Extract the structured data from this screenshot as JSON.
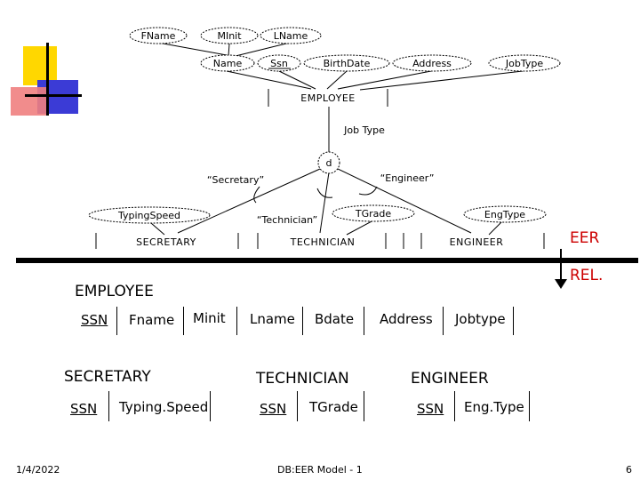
{
  "diagram": {
    "entity_employee": "EMPLOYEE",
    "attr_fname": "FName",
    "attr_minit": "MInit",
    "attr_lname": "LName",
    "attr_name": "Name",
    "attr_ssn": "Ssn",
    "attr_birthdate": "BirthDate",
    "attr_address": "Address",
    "attr_jobtype": "JobType",
    "job_type_label": "Job Type",
    "disjoint_symbol": "d",
    "subclass_label_secretary": "“Secretary”",
    "subclass_label_engineer": "“Engineer”",
    "subclass_label_technician": "“Technician”",
    "attr_typingspeed": "TypingSpeed",
    "attr_tgrade": "TGrade",
    "attr_engtype": "EngType",
    "entity_secretary": "SECRETARY",
    "entity_technician": "TECHNICIAN",
    "entity_engineer": "ENGINEER"
  },
  "labels": {
    "eer": "EER",
    "rel": "REL."
  },
  "relations": {
    "employee": {
      "name": "EMPLOYEE",
      "columns": [
        "SSN",
        "Fname",
        "Minit",
        "Lname",
        "Bdate",
        "Address",
        "Jobtype"
      ]
    },
    "secretary": {
      "name": "SECRETARY",
      "columns": [
        "SSN",
        "Typing.Speed"
      ]
    },
    "technician": {
      "name": "TECHNICIAN",
      "columns": [
        "SSN",
        "TGrade"
      ]
    },
    "engineer": {
      "name": "ENGINEER",
      "columns": [
        "SSN",
        "Eng.Type"
      ]
    }
  },
  "footer": {
    "date": "1/4/2022",
    "title": "DB:EER Model - 1",
    "page": "6"
  },
  "colors": {
    "logo_yellow": "#FFD700",
    "logo_red": "#F08080",
    "logo_blue": "#3B3BD6",
    "divider": "#000000"
  }
}
